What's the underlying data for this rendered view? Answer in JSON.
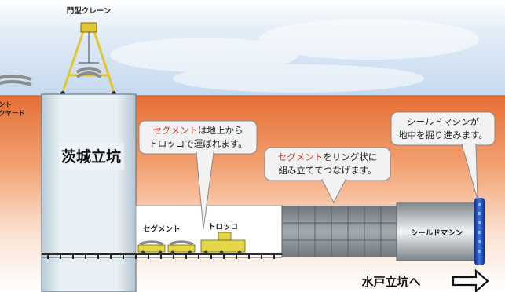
{
  "crane": {
    "label": "門型クレーン"
  },
  "yard": {
    "label_line1": "ント",
    "label_line2": "クヤード"
  },
  "shaft": {
    "label": "茨城立坑"
  },
  "bubble1": {
    "highlight": "セグメント",
    "rest_line1": "は地上から",
    "line2": "トロッコで運ばれます。"
  },
  "bubble2": {
    "highlight": "セグメント",
    "rest_line1": "をリング状に",
    "line2": "組み立ててつなげます。"
  },
  "bubble3": {
    "line1": "シールドマシンが",
    "line2": "地中を掘り進みます。"
  },
  "tunnel": {
    "segment_label": "セグメント",
    "trolley_label": "トロッコ",
    "machine_label": "シールドマシン"
  },
  "direction": {
    "label": "水戸立坑へ"
  },
  "colors": {
    "sky_top": "#c7dcf0",
    "soil_top": "#e9804a",
    "soil_bottom": "#ffffff",
    "shaft": "#d9e6ee",
    "machine_face": "#1f4fc4",
    "highlight": "#d23a2a"
  }
}
